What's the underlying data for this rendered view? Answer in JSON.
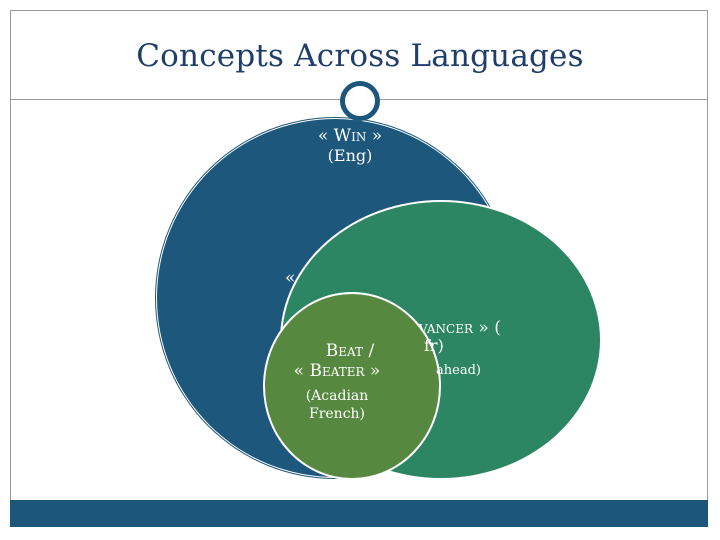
{
  "slide": {
    "title": "Concepts Across Languages"
  },
  "concepts": {
    "win": {
      "term_open": "« W",
      "term_rest": "IN",
      "term_close": " »",
      "language": "(Eng)"
    },
    "avancer": {
      "partial_open": "«",
      "term_rest": "VANCER",
      "term_close": " » (",
      "language": "fr)",
      "gloss": "ahead)"
    },
    "beat": {
      "line1_B": "B",
      "line1_rest": "EAT",
      "line1_sep": " /",
      "line2_open": "« B",
      "line2_rest": "EATER",
      "line2_close": " »",
      "language_line1": "(Acadian",
      "language_line2": "French)"
    }
  },
  "colors": {
    "title": "#1f3f6a",
    "win": "#1d577c",
    "avancer": "#2d8663",
    "beat": "#56893f",
    "footer": "#1c567b"
  }
}
